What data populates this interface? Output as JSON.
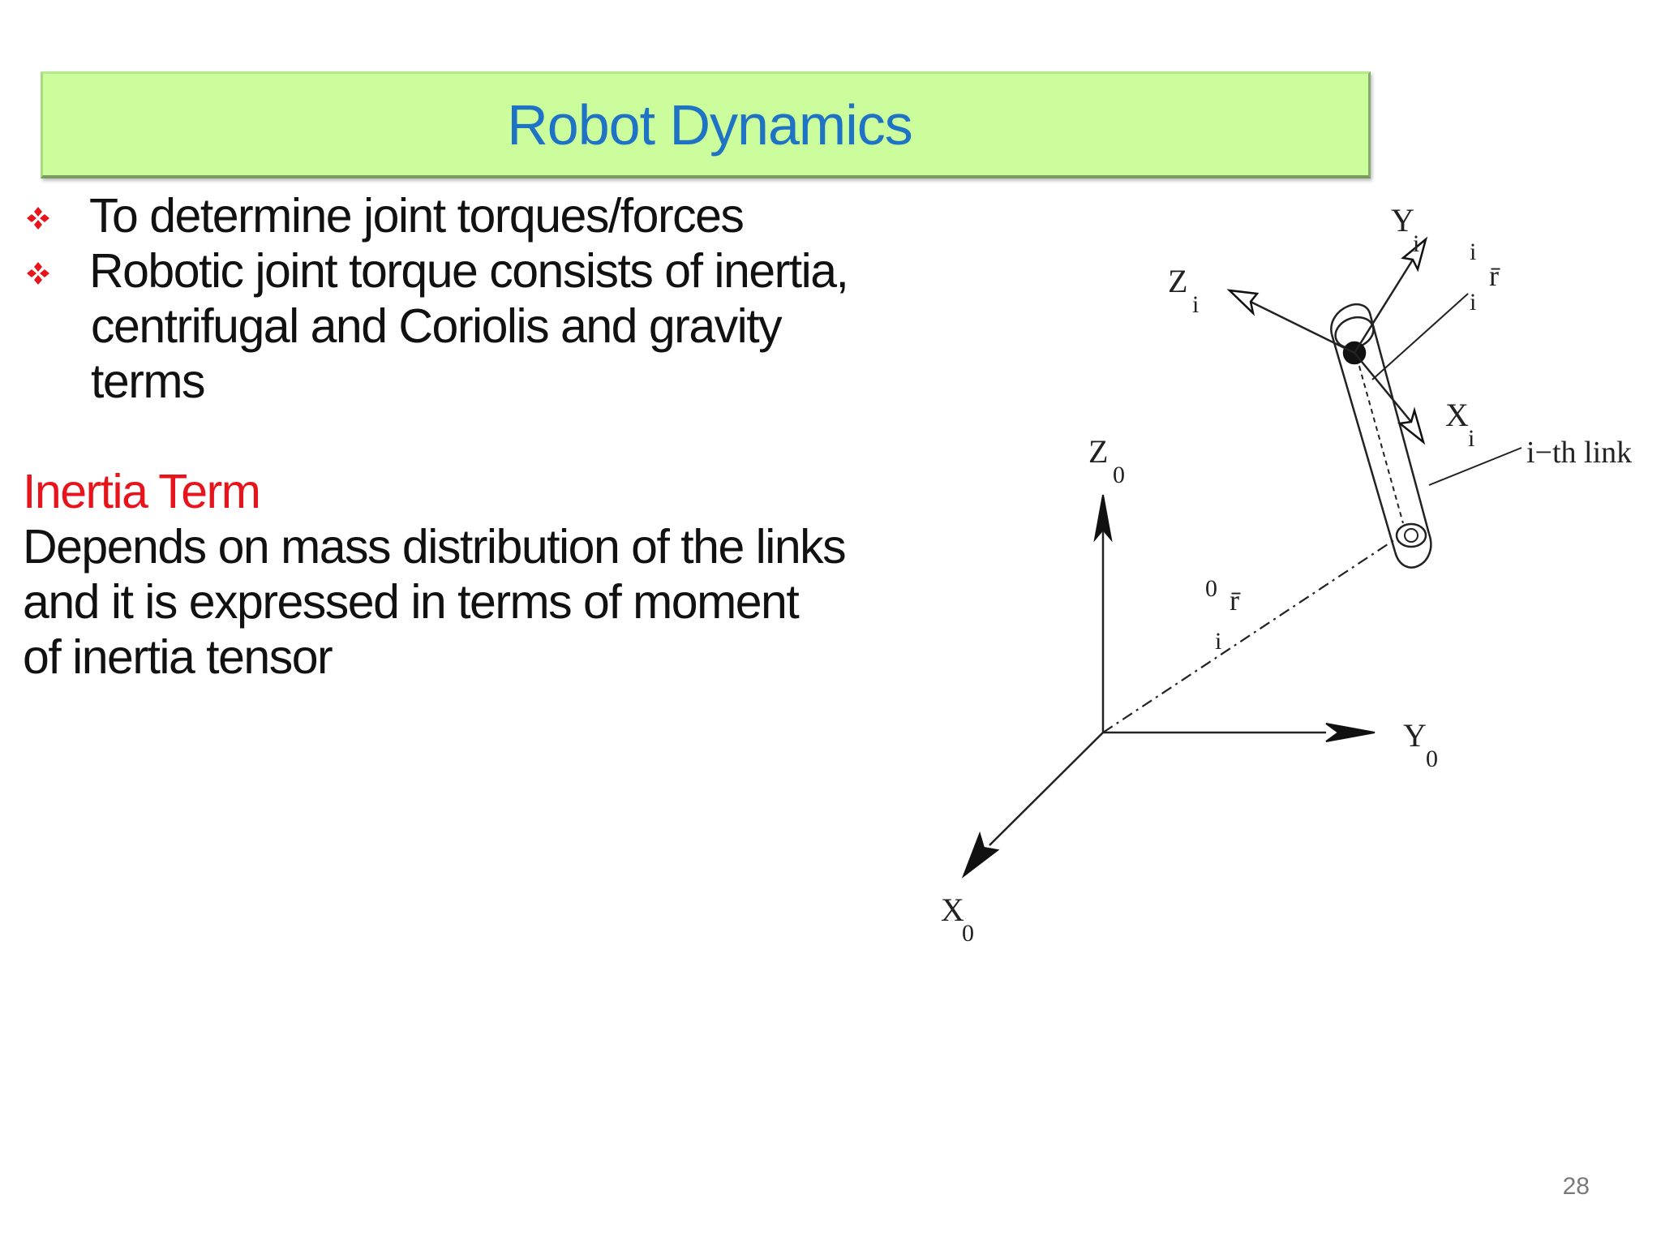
{
  "slide": {
    "title": "Robot Dynamics",
    "bullets": [
      "To determine joint torques/forces",
      "Robotic joint torque consists of inertia,"
    ],
    "bullet_continuation": [
      "centrifugal and Coriolis and gravity",
      "terms"
    ],
    "section_heading": "Inertia Term",
    "section_body_lines": [
      "Depends on mass distribution of the links",
      "and it is expressed in terms of moment",
      "of inertia tensor"
    ],
    "page_number": "28",
    "colors": {
      "title_bar": "#ccfd9d",
      "title_text": "#1f73c4",
      "heading_red": "#e8141c",
      "bullet_red": "#e8141c"
    },
    "icons": {
      "bullet": "four-diamond-bullet-icon"
    }
  },
  "diagram": {
    "labels": {
      "z0": "Z",
      "z0_sub": "0",
      "y0": "Y",
      "y0_sub": "0",
      "x0": "X",
      "x0_sub": "0",
      "zi": "Z",
      "zi_sub": "i",
      "yi": "Y",
      "yi_sub": "i",
      "xi": "X",
      "xi_sub": "i",
      "ri_pre": "i",
      "ri_sub": "i",
      "r0_pre": "0",
      "r0_sub": "i",
      "r_symbol": "r̄",
      "link_label": "i−th link"
    }
  }
}
